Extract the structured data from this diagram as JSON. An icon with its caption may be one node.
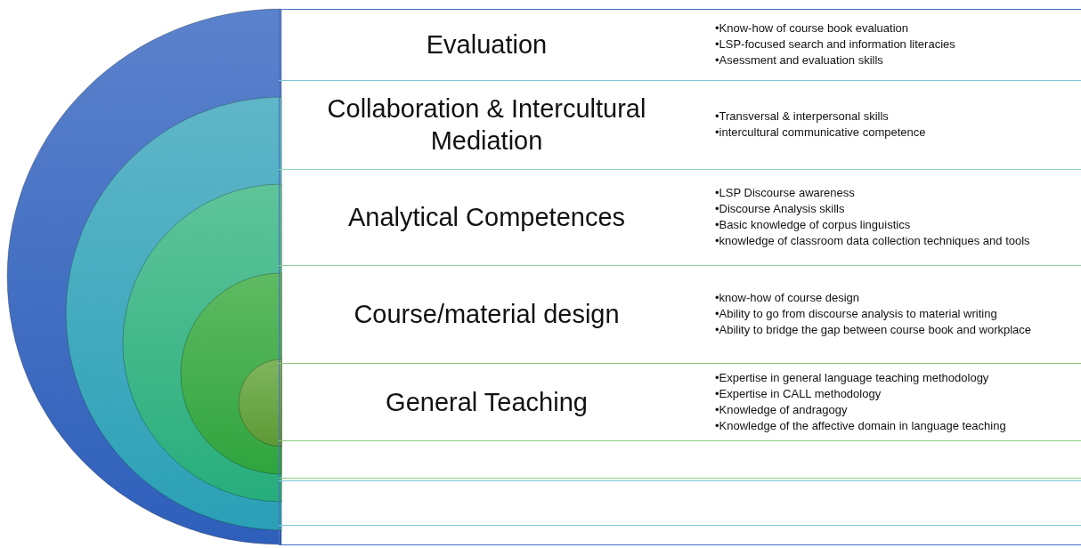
{
  "diagram": {
    "nodes": [
      {
        "text": [
          "Evaluation",
          "•Know-how of course book evaluation",
          "•LSP-focused search and information literacies",
          "•Asessment and evaluation skills"
        ]
      },
      {
        "text": [
          "Collaboration & Intercultural Mediation",
          "•Transversal & interpersonal skills",
          "•intercultural communicative competence"
        ]
      },
      {
        "text": [
          "Analytical Competences",
          "•LSP Discourse awareness",
          "•Discourse Analysis skills",
          "•Basic knowledge of corpus linguistics",
          "•knowledge of classroom data collection techniques and tools"
        ]
      },
      {
        "text": [
          "Course/material design",
          "•know-how of course design",
          "•Ability to go from discourse analysis to material writing",
          "•Ability to bridge the gap between course book and workplace"
        ]
      },
      {
        "text": [
          "General Teaching",
          "•Expertise in general language teaching methodology",
          "•Expertise in CALL methodology",
          "•Knowledge of andragogy",
          "•Knowledge of the affective domain in language teaching"
        ]
      }
    ]
  }
}
